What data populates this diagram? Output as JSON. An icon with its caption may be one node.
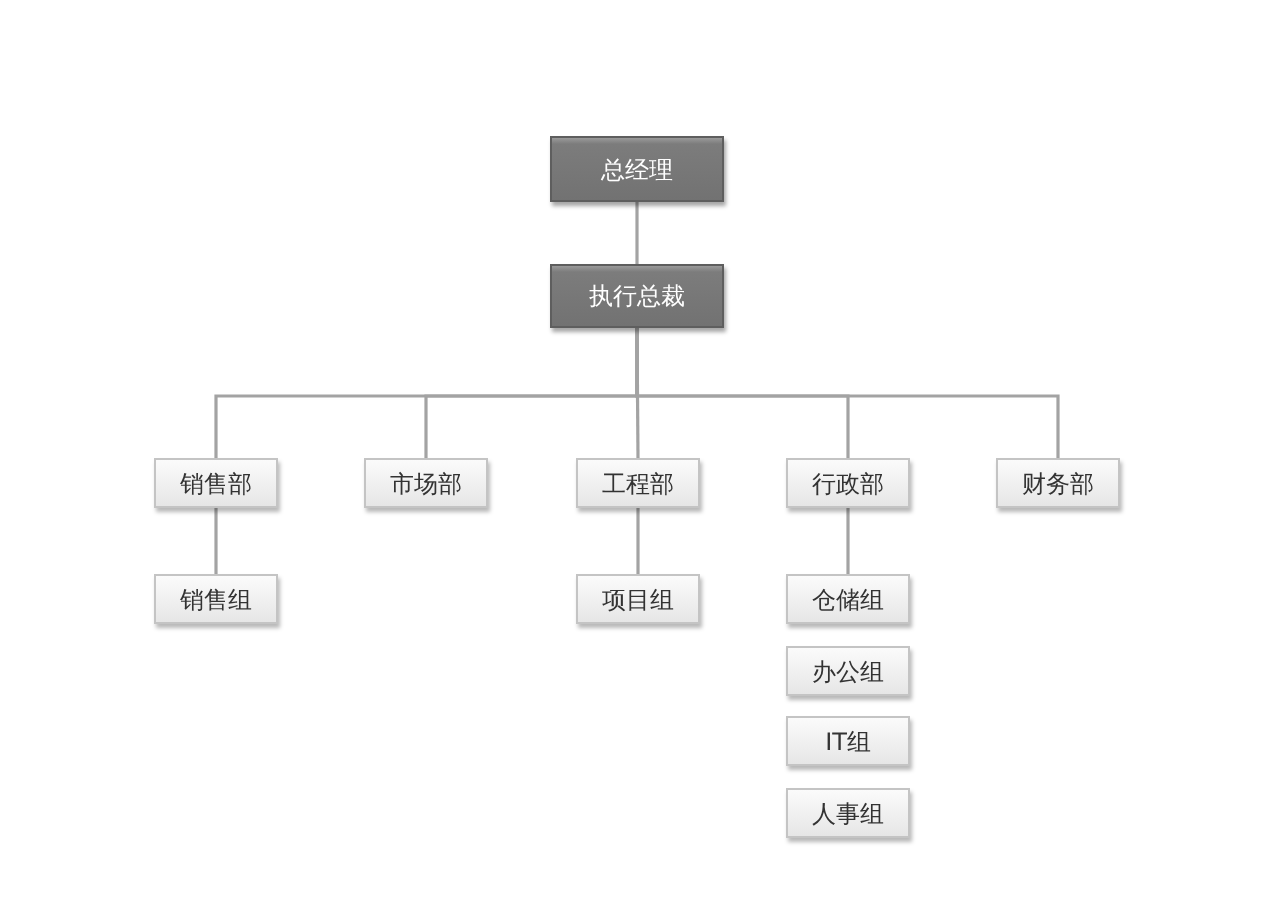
{
  "diagram": {
    "nodes": [
      {
        "text": [
          "总经理"
        ]
      },
      {
        "text": [
          "执行总裁"
        ]
      },
      {
        "text": [
          "销售部"
        ]
      },
      {
        "text": [
          "市场部"
        ]
      },
      {
        "text": [
          "工程部"
        ]
      },
      {
        "text": [
          "行政部"
        ]
      },
      {
        "text": [
          "财务部"
        ]
      },
      {
        "text": [
          "销售组"
        ]
      },
      {
        "text": [
          "项目组"
        ]
      },
      {
        "text": [
          "仓储组"
        ]
      },
      {
        "text": [
          "办公组"
        ]
      },
      {
        "text": [
          "IT组"
        ]
      },
      {
        "text": [
          "人事组"
        ]
      }
    ],
    "edges": [
      {
        "from": 0,
        "to": 1,
        "arrow": "none"
      },
      {
        "from": 1,
        "to": 2,
        "arrow": "none"
      },
      {
        "from": 1,
        "to": 3,
        "arrow": "none"
      },
      {
        "from": 1,
        "to": 4,
        "arrow": "none"
      },
      {
        "from": 1,
        "to": 5,
        "arrow": "none"
      },
      {
        "from": 1,
        "to": 6,
        "arrow": "none"
      },
      {
        "from": 2,
        "to": 7,
        "arrow": "none"
      },
      {
        "from": 4,
        "to": 8,
        "arrow": "none"
      },
      {
        "from": 5,
        "to": 9,
        "arrow": "none"
      }
    ]
  }
}
